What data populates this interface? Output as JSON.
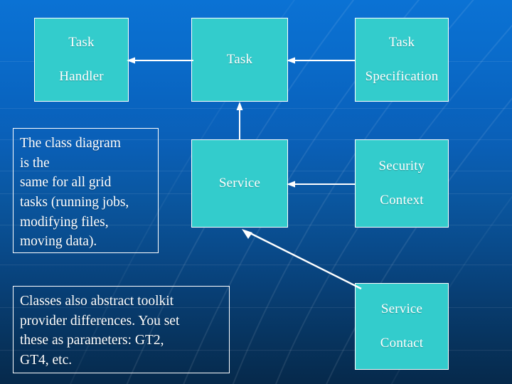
{
  "slide": {
    "background_top_color": "#0b72d4",
    "background_bottom_color": "#06294b",
    "box_fill_color": "#33cccc",
    "box_border_color": "#ffffff",
    "text_color": "#ffffff"
  },
  "boxes": [
    {
      "id": "task-handler",
      "label": "Task\nHandler",
      "line1": "Task",
      "line2": "Handler"
    },
    {
      "id": "task",
      "label": "Task",
      "line1": "Task",
      "line2": ""
    },
    {
      "id": "task-specification",
      "label": "Task\nSpecification",
      "line1": "Task",
      "line2": "Specification"
    },
    {
      "id": "service",
      "label": "Service",
      "line1": "Service",
      "line2": ""
    },
    {
      "id": "security-context",
      "label": "Security\nContext",
      "line1": "Security",
      "line2": "Context"
    },
    {
      "id": "service-contact",
      "label": "Service\nContact",
      "line1": "Service",
      "line2": "Contact"
    }
  ],
  "callouts": [
    {
      "id": "callout-class-diagram",
      "lines": [
        "The class diagram",
        "is the",
        "same for all grid",
        "tasks (running jobs,",
        "modifying files,",
        "moving data)."
      ]
    },
    {
      "id": "callout-toolkit",
      "lines": [
        "Classes also abstract toolkit",
        "provider differences.  You set",
        "these as parameters: GT2,",
        "GT4, etc."
      ]
    }
  ],
  "arrows": [
    {
      "id": "arrow-task-to-task-handler",
      "direction": "left"
    },
    {
      "id": "arrow-task-specification-to-task",
      "direction": "left"
    },
    {
      "id": "arrow-security-context-to-service",
      "direction": "left"
    },
    {
      "id": "arrow-service-to-task",
      "direction": "up"
    },
    {
      "id": "arrow-service-contact-to-service",
      "direction": "up-left"
    }
  ]
}
